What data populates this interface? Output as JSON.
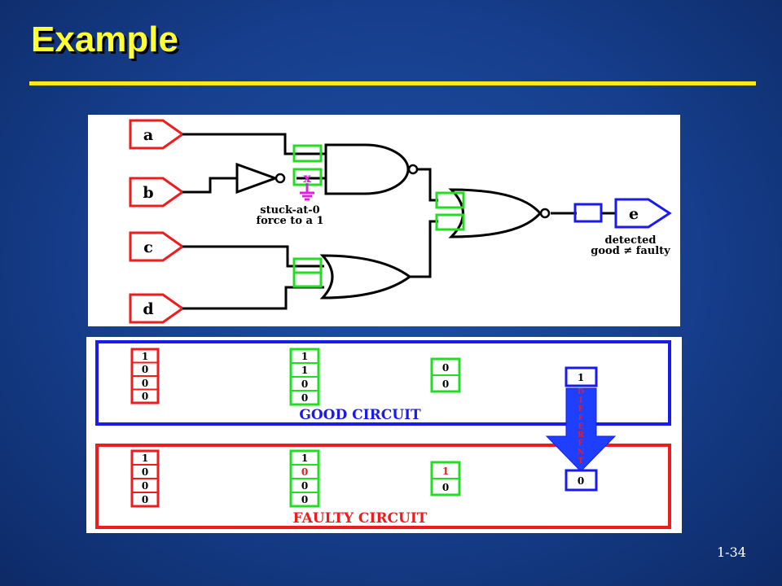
{
  "slide": {
    "title": "Example",
    "page_number": "1-34"
  },
  "schematic": {
    "inputs": [
      "a",
      "b",
      "c",
      "d"
    ],
    "output": "e",
    "fault_label": [
      "stuck-at-0",
      "force to a 1"
    ],
    "fault_marker": "x",
    "result_label": [
      "detected",
      "good ≠ faulty"
    ]
  },
  "good_circuit": {
    "caption": "GOOD CIRCUIT",
    "column_inputs": [
      "1",
      "0",
      "0",
      "0"
    ],
    "column_gate1": [
      "1",
      "1",
      "0",
      "0"
    ],
    "column_gate3": [
      "0",
      "0"
    ],
    "output": "1"
  },
  "faulty_circuit": {
    "caption": "FAULTY CIRCUIT",
    "column_inputs": [
      "1",
      "0",
      "0",
      "0"
    ],
    "column_gate1": [
      "1",
      "0",
      "0",
      "0"
    ],
    "column_gate3": [
      "1",
      "0"
    ],
    "output": "0"
  },
  "arrow_label": "DIFFERENT",
  "colors": {
    "background": "#163e8c",
    "title": "#ffff33",
    "rule": "#ffe81a",
    "red": "#ee1c1c",
    "green": "#22dd22",
    "blue": "#1a1aee",
    "magenta": "#dd22dd"
  }
}
